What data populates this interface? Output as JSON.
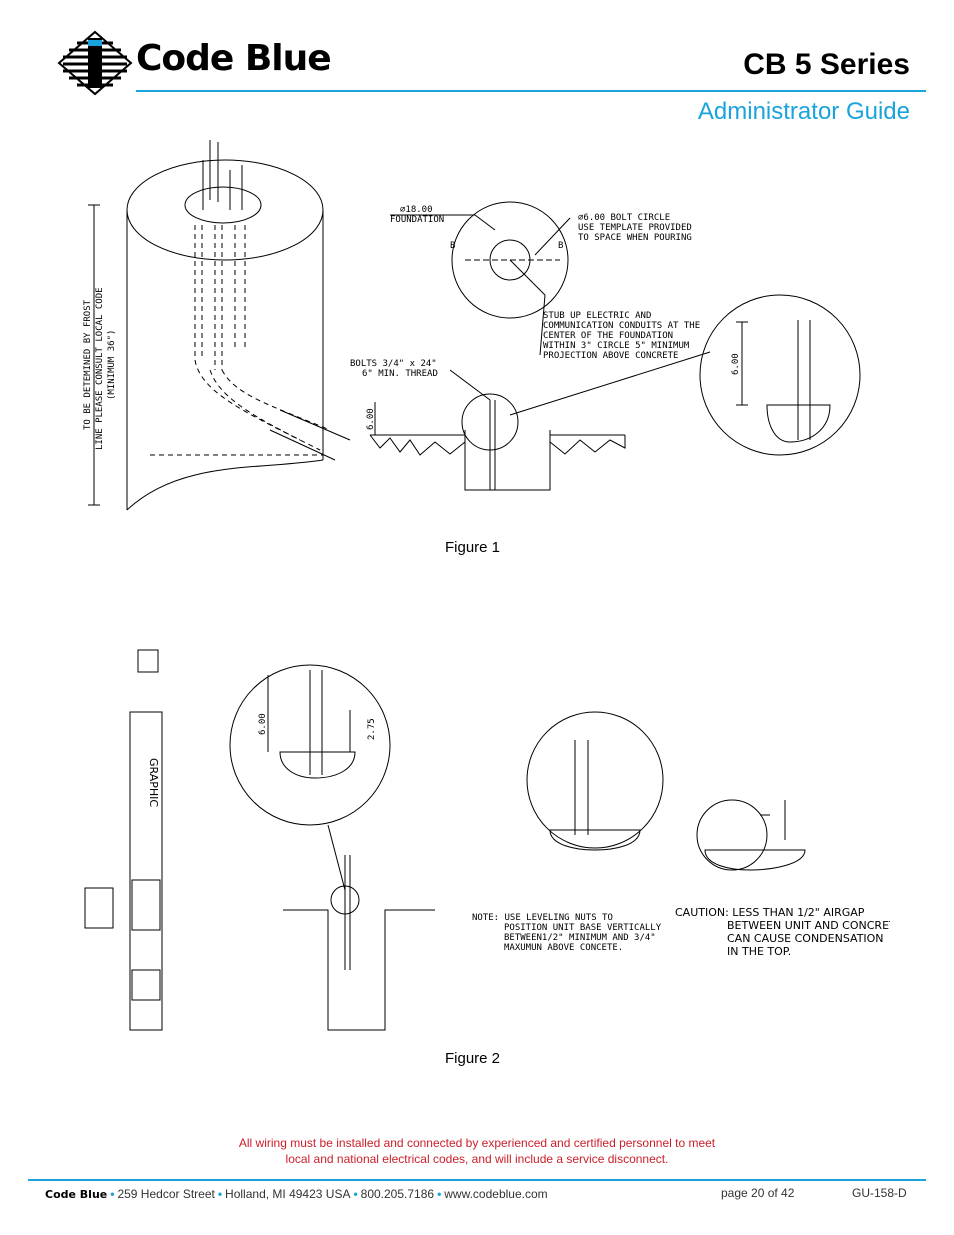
{
  "header": {
    "brand": "Code Blue",
    "series": "CB 5 Series",
    "subtitle": "Administrator Guide"
  },
  "figure1": {
    "caption": "Figure 1",
    "labels": {
      "frost_line_1": "TO BE DETEMINED BY FROST",
      "frost_line_2": "LINE PLEASE CONSULT LOCAL CODE",
      "frost_line_3": "(MINIMUM 36\")",
      "foundation_dim": "∅18.00",
      "foundation": "FOUNDATION",
      "bolt_circle": "∅6.00 BOLT CIRCLE",
      "template_1": "USE TEMPLATE PROVIDED",
      "template_2": "TO SPACE WHEN POURING",
      "section_b": "B",
      "stub_1": "STUB UP ELECTRIC AND",
      "stub_2": "COMMUNICATION CONDUITS AT THE",
      "stub_3": "CENTER OF THE FOUNDATION",
      "stub_4": "WITHIN 3\" CIRCLE 5\" MINIMUM",
      "stub_5": "PROJECTION ABOVE CONCRETE",
      "bolts_1": "BOLTS 3/4\" x 24\"",
      "bolts_2": "6\" MIN. THREAD",
      "dim_6_left": "6.00",
      "dim_6_right": "6.00"
    }
  },
  "figure2": {
    "caption": "Figure 2",
    "labels": {
      "graphic": "GRAPHIC",
      "dim_6": "6.00",
      "dim_275": "2.75",
      "note_1": "NOTE: USE LEVELING NUTS TO",
      "note_2": "POSITION UNIT BASE VERTICALLY",
      "note_3": "BETWEEN1/2\" MINIMUM AND 3/4\"",
      "note_4": "MAXUMUN ABOVE CONCETE.",
      "caution_1": "CAUTION: LESS THAN 1/2\" AIRGAP",
      "caution_2": "BETWEEN UNIT AND CONCRETE",
      "caution_3": "CAN CAUSE CONDENSATION",
      "caution_4": "IN THE TOP."
    }
  },
  "notice": {
    "line1": "All wiring must be installed and connected by experienced and certified personnel to meet",
    "line2": "local and national electrical codes, and will include a service disconnect."
  },
  "footer": {
    "brand": "Code Blue",
    "address": "259 Hedcor Street",
    "city": "Holland, MI 49423 USA",
    "phone": "800.205.7186",
    "web": "www.codeblue.com",
    "page": "page 20 of  42",
    "doc_id": "GU-158-D"
  },
  "colors": {
    "accent": "#1aa3dd",
    "warning": "#cc1f2a"
  }
}
